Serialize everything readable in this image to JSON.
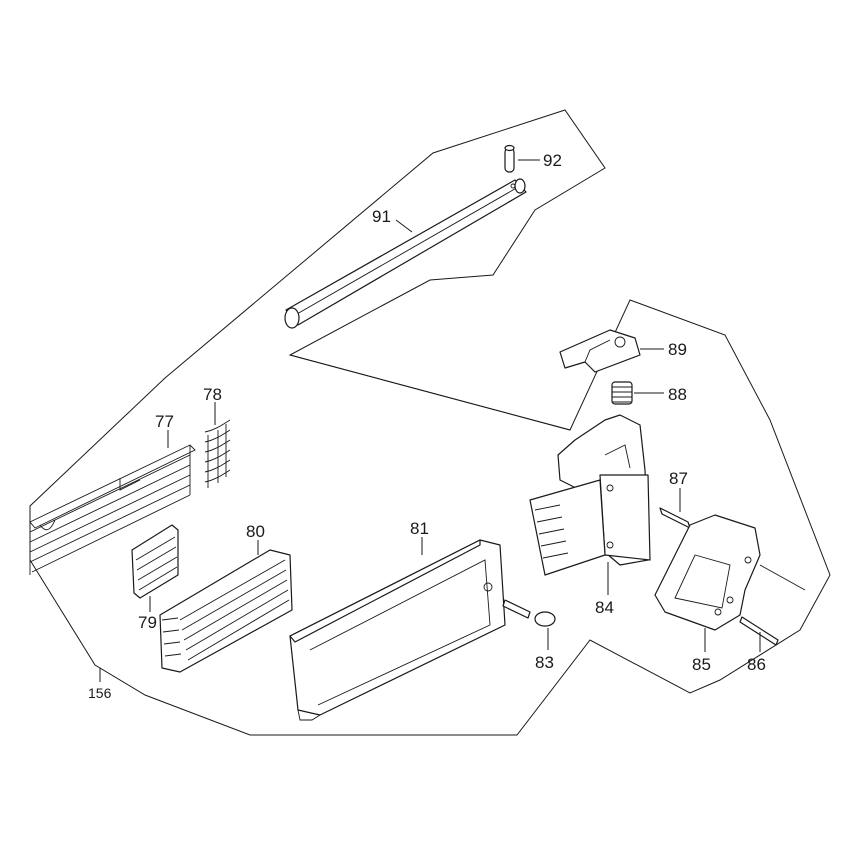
{
  "callouts": {
    "c77": "77",
    "c78": "78",
    "c79": "79",
    "c80": "80",
    "c81": "81",
    "c83": "83",
    "c84": "84",
    "c85": "85",
    "c86": "86",
    "c87": "87",
    "c88": "88",
    "c89": "89",
    "c91": "91",
    "c92": "92",
    "c156": "156"
  }
}
